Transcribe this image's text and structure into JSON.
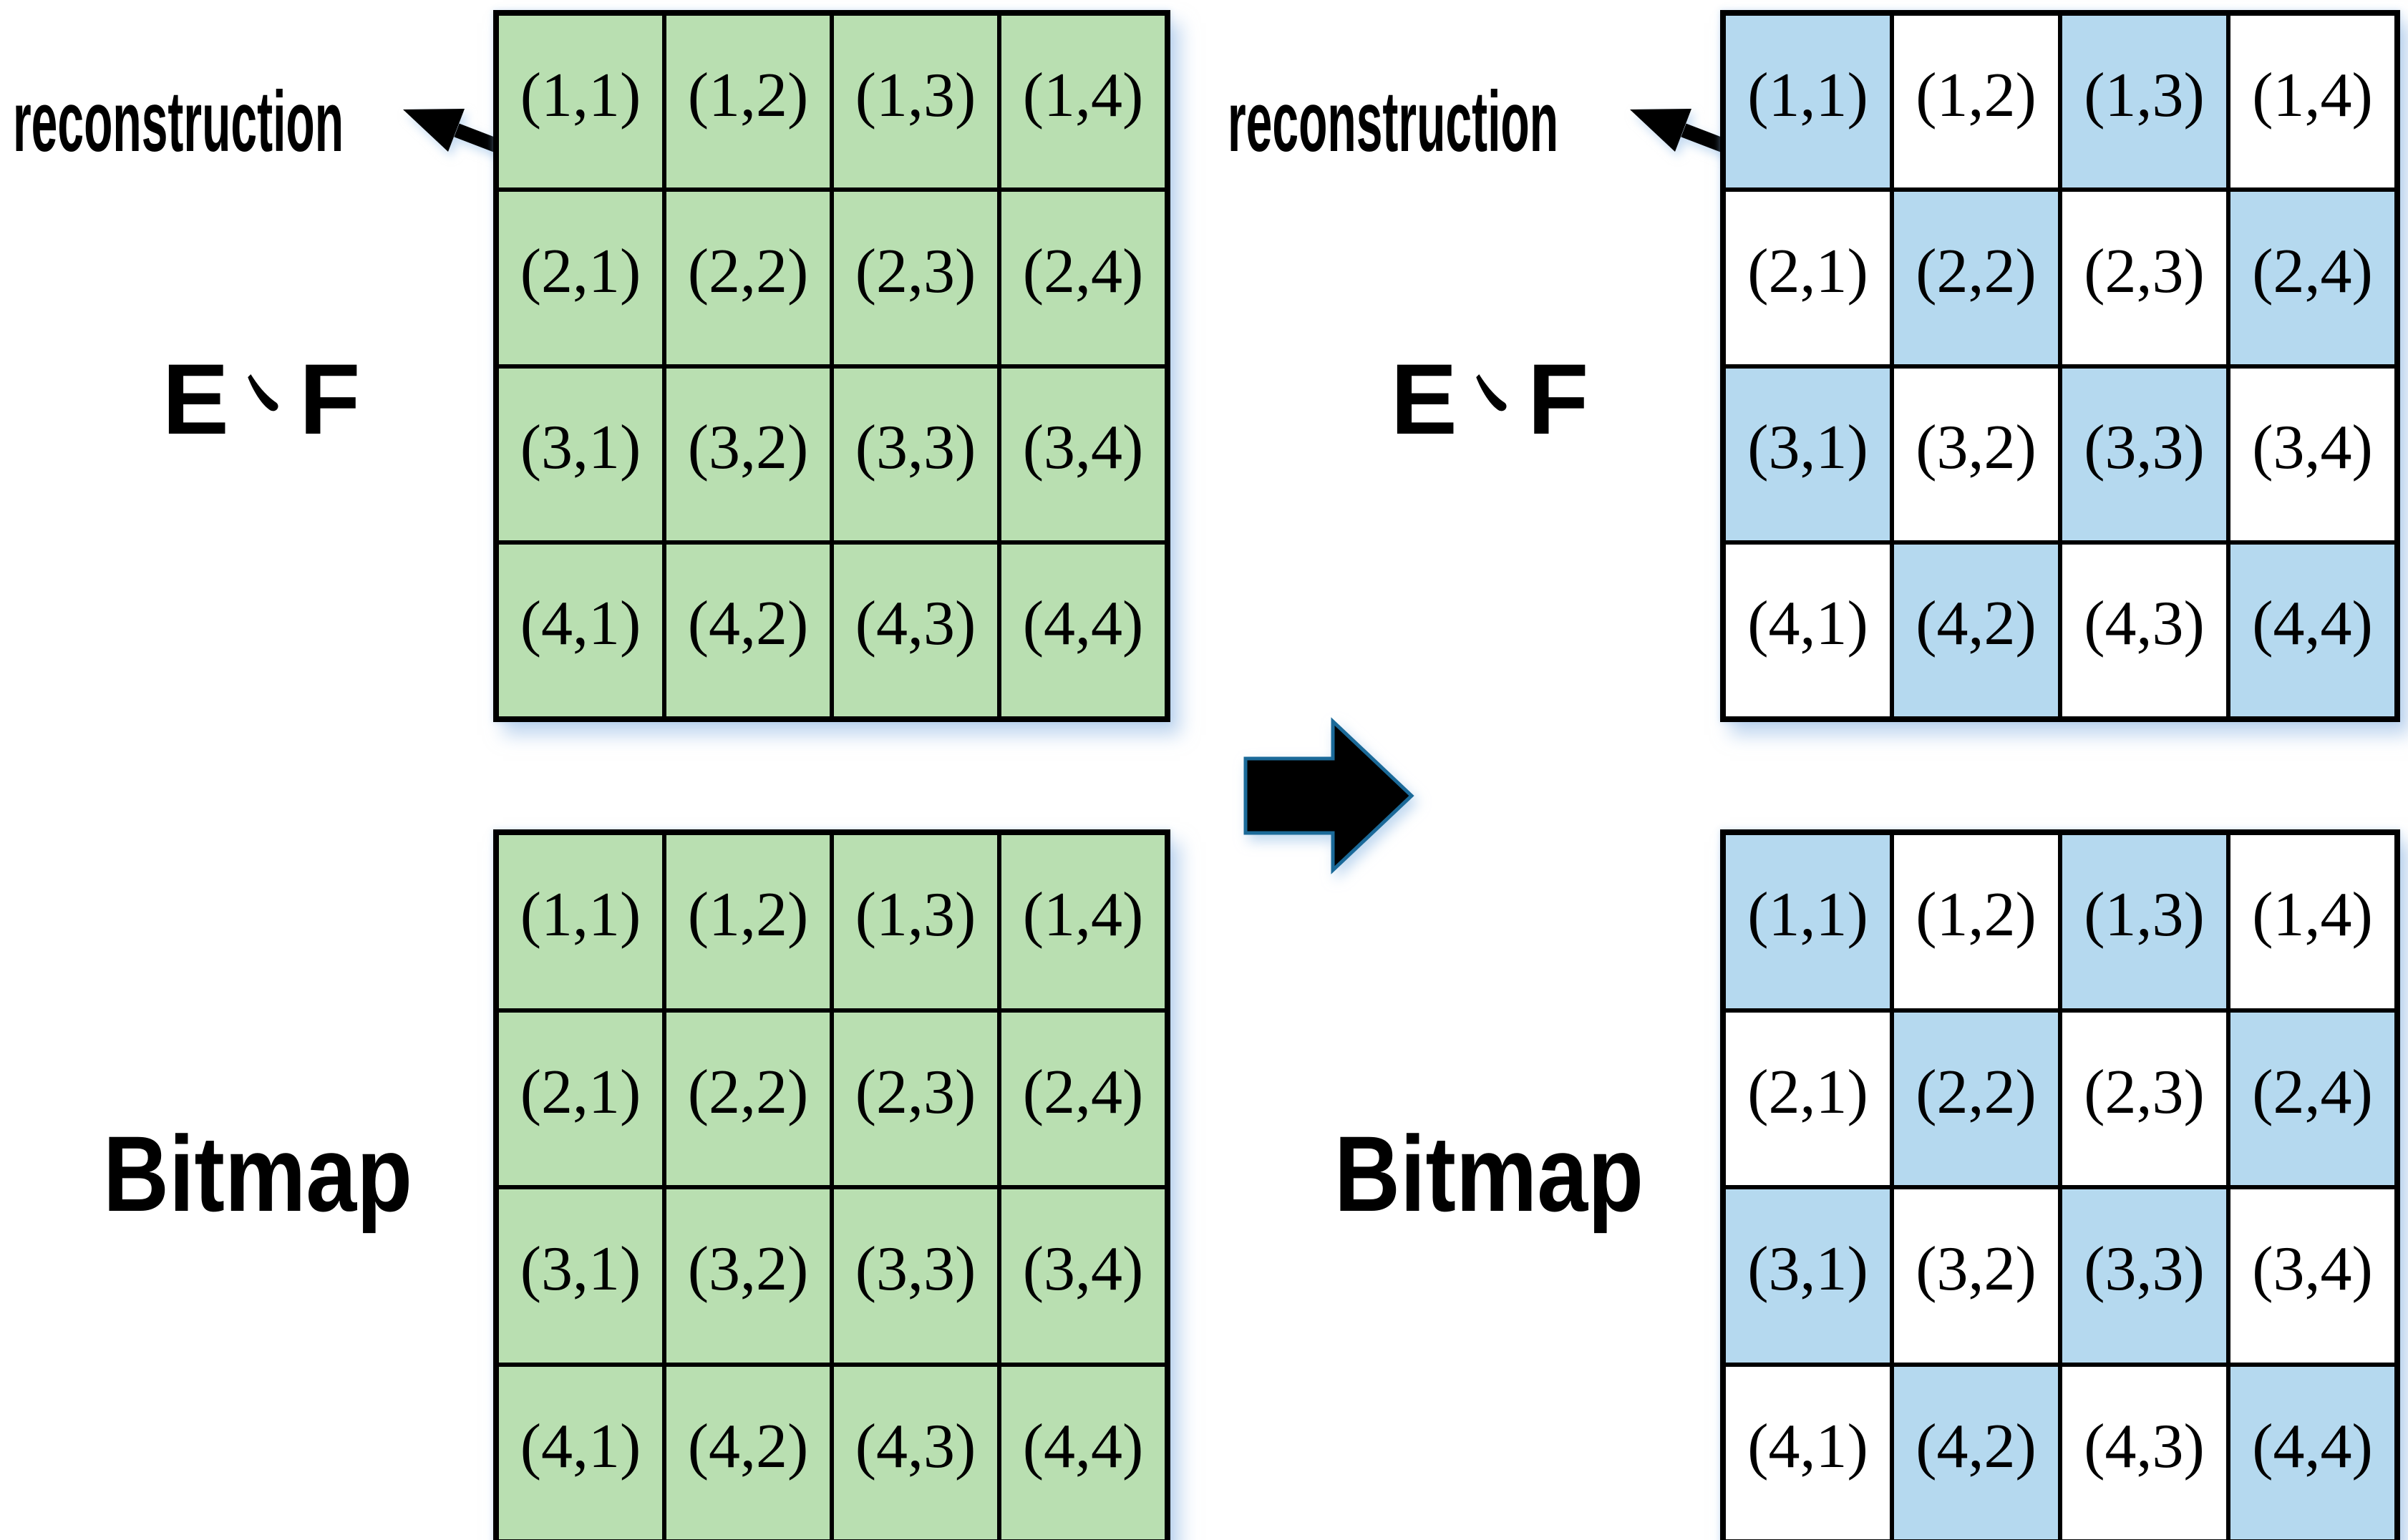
{
  "labels": {
    "reconstruction": "reconstruction",
    "ef": "E、F",
    "ef_e": "E",
    "ideographic_comma": "、",
    "ef_f": "F",
    "bitmap": "Bitmap"
  },
  "colors": {
    "cell_fills": {
      "green": "#b9dfb1",
      "blue": "#b5d9ef",
      "white": "#ffffff"
    },
    "grid_line": "#000000",
    "text": "#000000",
    "big_arrow_fill": "#000000",
    "big_arrow_outline": "#1b6a99",
    "glow_shadow": "rgba(140,180,225,0.55)"
  },
  "grids": {
    "top_left": {
      "side_label": "E、F",
      "annotation": "reconstruction",
      "rows": [
        [
          "(1,1)",
          "(1,2)",
          "(1,3)",
          "(1,4)"
        ],
        [
          "(2,1)",
          "(2,2)",
          "(2,3)",
          "(2,4)"
        ],
        [
          "(3,1)",
          "(3,2)",
          "(3,3)",
          "(3,4)"
        ],
        [
          "(4,1)",
          "(4,2)",
          "(4,3)",
          "(4,4)"
        ]
      ],
      "fills": [
        [
          "green",
          "green",
          "green",
          "green"
        ],
        [
          "green",
          "green",
          "green",
          "green"
        ],
        [
          "green",
          "green",
          "green",
          "green"
        ],
        [
          "green",
          "green",
          "green",
          "green"
        ]
      ]
    },
    "bottom_left": {
      "side_label": "Bitmap",
      "rows": [
        [
          "(1,1)",
          "(1,2)",
          "(1,3)",
          "(1,4)"
        ],
        [
          "(2,1)",
          "(2,2)",
          "(2,3)",
          "(2,4)"
        ],
        [
          "(3,1)",
          "(3,2)",
          "(3,3)",
          "(3,4)"
        ],
        [
          "(4,1)",
          "(4,2)",
          "(4,3)",
          "(4,4)"
        ]
      ],
      "fills": [
        [
          "green",
          "green",
          "green",
          "green"
        ],
        [
          "green",
          "green",
          "green",
          "green"
        ],
        [
          "green",
          "green",
          "green",
          "green"
        ],
        [
          "green",
          "green",
          "green",
          "green"
        ]
      ]
    },
    "top_right": {
      "side_label": "E、F",
      "annotation": "reconstruction",
      "rows": [
        [
          "(1,1)",
          "(1,2)",
          "(1,3)",
          "(1,4)"
        ],
        [
          "(2,1)",
          "(2,2)",
          "(2,3)",
          "(2,4)"
        ],
        [
          "(3,1)",
          "(3,2)",
          "(3,3)",
          "(3,4)"
        ],
        [
          "(4,1)",
          "(4,2)",
          "(4,3)",
          "(4,4)"
        ]
      ],
      "fills": [
        [
          "blue",
          "white",
          "blue",
          "white"
        ],
        [
          "white",
          "blue",
          "white",
          "blue"
        ],
        [
          "blue",
          "white",
          "blue",
          "white"
        ],
        [
          "white",
          "blue",
          "white",
          "blue"
        ]
      ]
    },
    "bottom_right": {
      "side_label": "Bitmap",
      "rows": [
        [
          "(1,1)",
          "(1,2)",
          "(1,3)",
          "(1,4)"
        ],
        [
          "(2,1)",
          "(2,2)",
          "(2,3)",
          "(2,4)"
        ],
        [
          "(3,1)",
          "(3,2)",
          "(3,3)",
          "(3,4)"
        ],
        [
          "(4,1)",
          "(4,2)",
          "(4,3)",
          "(4,4)"
        ]
      ],
      "fills": [
        [
          "blue",
          "white",
          "blue",
          "white"
        ],
        [
          "white",
          "blue",
          "white",
          "blue"
        ],
        [
          "blue",
          "white",
          "blue",
          "white"
        ],
        [
          "white",
          "blue",
          "white",
          "blue"
        ]
      ]
    }
  }
}
